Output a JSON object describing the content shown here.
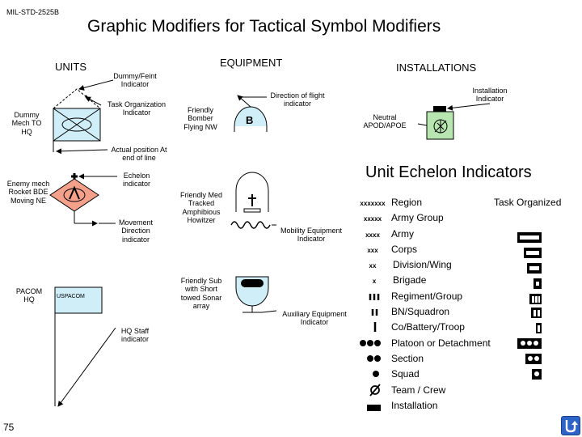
{
  "header": {
    "doc_ref": "MIL-STD-2525B",
    "title": "Graphic Modifiers for Tactical Symbol Modifiers",
    "page_number": "75"
  },
  "sections": {
    "units": "UNITS",
    "equipment": "EQUIPMENT",
    "installations": "INSTALLATIONS",
    "echelon_title": "Unit Echelon Indicators"
  },
  "units_labels": {
    "dummy_feint": "Dummy/Feint Indicator",
    "task_org": "Task Organization Indicator",
    "dummy_mech": "Dummy Mech TO HQ",
    "actual_position": "Actual position At end of line",
    "echelon": "Echelon indicator",
    "enemy_mech": "Enemy mech Rocket BDE Moving NE",
    "movement": "Movement Direction indicator",
    "pacom": "PACOM HQ",
    "uspacom": "USPACOM",
    "hq_staff": "HQ Staff indicator"
  },
  "equipment_labels": {
    "friendly_bomber": "Friendly Bomber Flying NW",
    "direction_of_flight": "Direction of flight indicator",
    "bomber_letter": "B",
    "friendly_tracked": "Friendly Med Tracked Amphibious Howitzer",
    "mobility": "Mobility Equipment Indicator",
    "friendly_sub": "Friendly Sub with Short towed Sonar array",
    "auxiliary": "Auxiliary Equipment Indicator"
  },
  "installation_labels": {
    "installation_indicator": "Installation Indicator",
    "neutral_apod": "Neutral APOD/APOE"
  },
  "echelon_table": {
    "task_organized_heading": "Task Organized",
    "rows": [
      {
        "glyph": "xxxxxxx",
        "label": "Region"
      },
      {
        "glyph": "xxxxx",
        "label": "Army Group"
      },
      {
        "glyph": "xxxx",
        "label": "Army"
      },
      {
        "glyph": "xxx",
        "label": "Corps"
      },
      {
        "glyph": "xx",
        "label": "Division/Wing"
      },
      {
        "glyph": "x",
        "label": "Brigade"
      },
      {
        "glyph": "III",
        "label": "Regiment/Group"
      },
      {
        "glyph": "II",
        "label": "BN/Squadron"
      },
      {
        "glyph": "I",
        "label": "Co/Battery/Troop"
      },
      {
        "glyph": "•••",
        "label": "Platoon or Detachment"
      },
      {
        "glyph": "••",
        "label": "Section"
      },
      {
        "glyph": "•",
        "label": "Squad"
      },
      {
        "glyph": "Ø",
        "label": "Team / Crew"
      },
      {
        "glyph": "▬",
        "label": "Installation"
      }
    ]
  },
  "colors": {
    "friendly_fill": "#cfeef8",
    "hostile_fill": "#f4a08a",
    "neutral_fill": "#b8e6b0",
    "task_box": "#000000",
    "nav_button": "#2e64c8"
  },
  "icons": {
    "nav_button": "return-arrow-icon"
  }
}
